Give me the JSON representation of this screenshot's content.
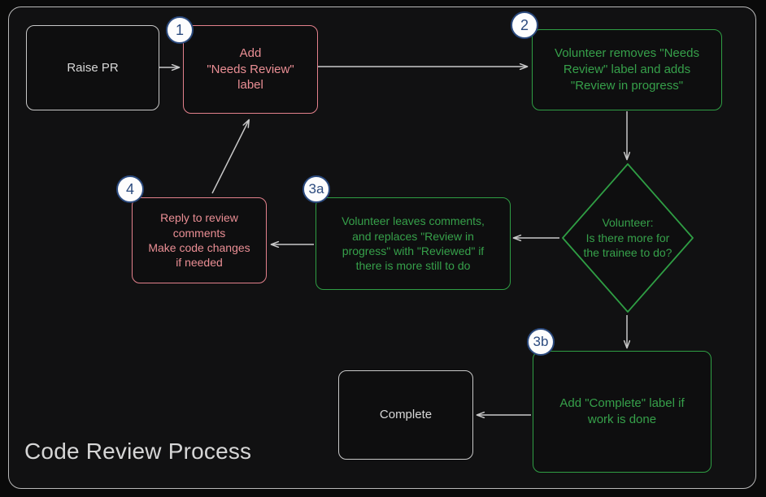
{
  "diagram": {
    "title": "Code Review Process",
    "type": "flowchart",
    "colors": {
      "page_background": "#0a0a0a",
      "container_background": "#111112",
      "container_border": "#b9b9b9",
      "plain_node": "#c8c8c8",
      "red_node": "#e3818c",
      "green_node": "#2f9e44",
      "badge_fill": "#fdfdfd",
      "badge_stroke": "#2b4a7e",
      "edge": "#c9c9c9"
    }
  },
  "nodes": {
    "raise_pr": {
      "label": "Raise PR",
      "shape": "rounded-rect",
      "style": "plain"
    },
    "add_needs_review": {
      "label": "Add\n\"Needs Review\"\nlabel",
      "shape": "rounded-rect",
      "style": "red",
      "badge": "1"
    },
    "volunteer_removes": {
      "label": "Volunteer removes \"Needs\nReview\" label and adds\n\"Review in progress\"",
      "shape": "rounded-rect",
      "style": "green",
      "badge": "2"
    },
    "decision": {
      "label": "Volunteer:\nIs there more for\nthe trainee to do?",
      "shape": "diamond",
      "style": "green"
    },
    "volunteer_comments": {
      "label": "Volunteer leaves comments,\nand replaces \"Review in\nprogress\" with \"Reviewed\" if\nthere is more still to do",
      "shape": "rounded-rect",
      "style": "green",
      "badge": "3a"
    },
    "reply_to_review": {
      "label": "Reply to review\ncomments\nMake code changes\nif needed",
      "shape": "rounded-rect",
      "style": "red",
      "badge": "4"
    },
    "add_complete": {
      "label": "Add \"Complete\" label if\nwork is done",
      "shape": "rounded-rect",
      "style": "green",
      "badge": "3b"
    },
    "complete": {
      "label": "Complete",
      "shape": "rounded-rect",
      "style": "plain"
    }
  },
  "badges": {
    "one": "1",
    "two": "2",
    "three_a": "3a",
    "three_b": "3b",
    "four": "4"
  },
  "edges": [
    {
      "from": "raise_pr",
      "to": "add_needs_review",
      "label": ""
    },
    {
      "from": "add_needs_review",
      "to": "volunteer_removes",
      "label": ""
    },
    {
      "from": "volunteer_removes",
      "to": "decision",
      "label": ""
    },
    {
      "from": "decision",
      "to": "volunteer_comments",
      "label": ""
    },
    {
      "from": "decision",
      "to": "add_complete",
      "label": ""
    },
    {
      "from": "volunteer_comments",
      "to": "reply_to_review",
      "label": ""
    },
    {
      "from": "reply_to_review",
      "to": "add_needs_review",
      "label": ""
    },
    {
      "from": "add_complete",
      "to": "complete",
      "label": ""
    }
  ]
}
